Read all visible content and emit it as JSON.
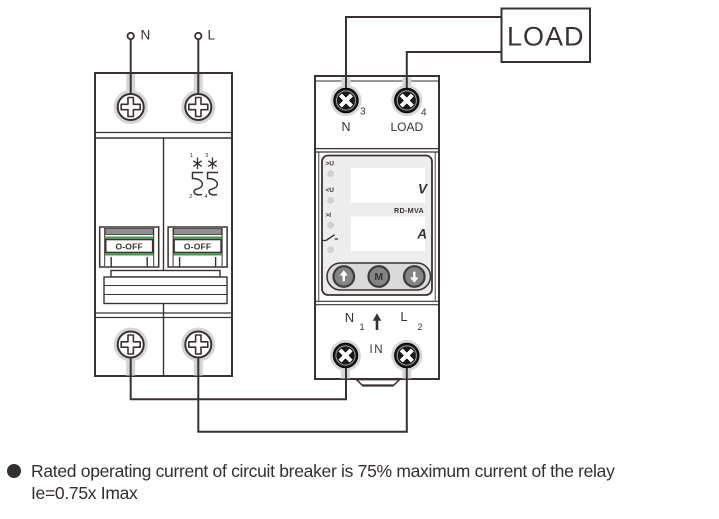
{
  "supply": {
    "neutral_label": "N",
    "line_label": "L"
  },
  "breaker": {
    "switches": [
      {
        "label": "O-OFF"
      },
      {
        "label": "O-OFF"
      }
    ],
    "symbol_terminals": {
      "top_left": "1",
      "top_right": "3",
      "bottom_left": "2",
      "bottom_right": "4"
    }
  },
  "relay": {
    "model": "RD-MVA",
    "output_terminals": {
      "left_number": "3",
      "left_label": "N",
      "right_number": "4",
      "right_label": "LOAD"
    },
    "indicators": {
      "over_voltage": ">U",
      "under_voltage": "<U",
      "over_current": ">I",
      "relay_contact_icon": "contact-symbol"
    },
    "display": {
      "voltage_unit": "V",
      "current_unit": "A"
    },
    "buttons": {
      "up_icon": "arrow-up",
      "middle_label": "M",
      "down_icon": "arrow-down"
    },
    "input_terminals": {
      "left_label": "N",
      "left_number": "1",
      "right_label": "L",
      "right_number": "2",
      "center_label": "IN",
      "direction_icon": "arrow-up"
    }
  },
  "load": {
    "label": "LOAD"
  },
  "caption": {
    "line1": "Rated operating current of circuit breaker is 75% maximum current of the relay",
    "line2": "Ie=0.75x Imax"
  },
  "colors": {
    "line": "#3a3230",
    "green": "#3f9e4a",
    "halo": "#d5d5d5",
    "bezel": "#ededed",
    "pill": "#dadada",
    "button": "#848484",
    "screw_dark": "#191919"
  }
}
